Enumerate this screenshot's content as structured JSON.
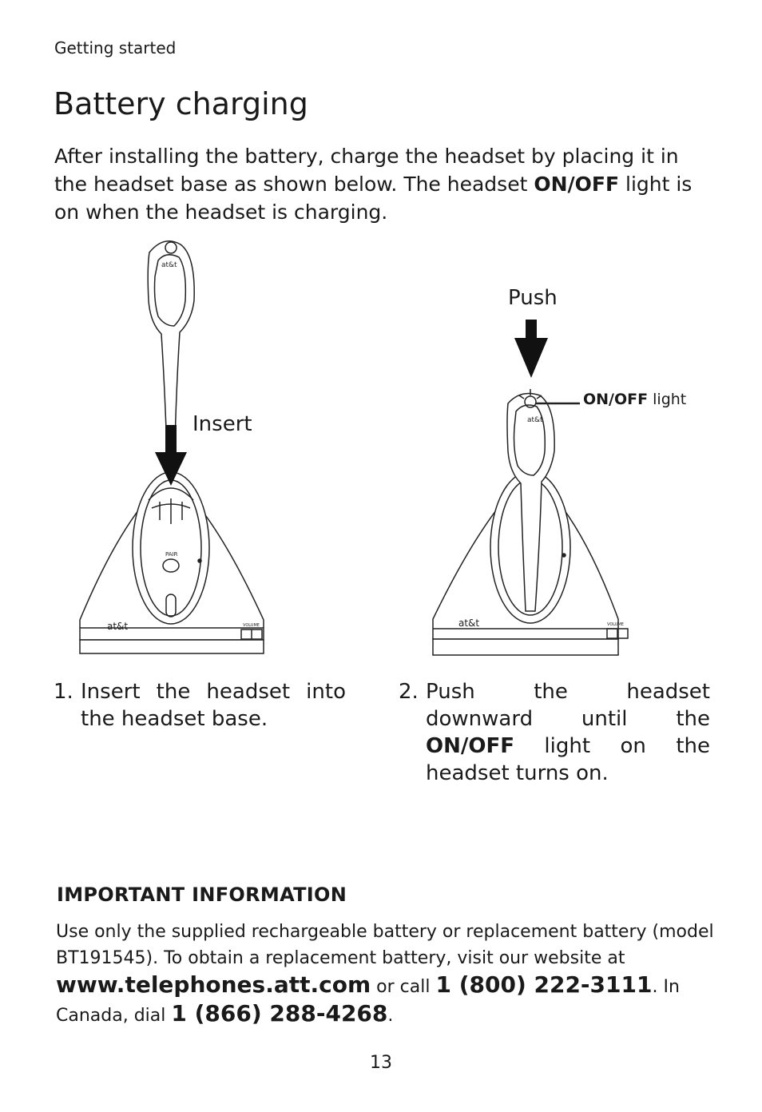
{
  "header": {
    "section": "Getting started"
  },
  "title": "Battery charging",
  "intro": {
    "part1": "After installing the battery, charge the headset by placing it in the headset base as shown below. The headset ",
    "bold": "ON/OFF",
    "part2": " light is on when the headset is charging."
  },
  "figures": {
    "left": {
      "label": "Insert",
      "brand": "at&t",
      "pair_label": "PAIR",
      "volume_label": "VOLUME"
    },
    "right": {
      "label": "Push",
      "callout_bold": "ON/OFF",
      "callout_rest": " light",
      "brand": "at&t",
      "volume_label": "VOLUME"
    }
  },
  "steps": [
    {
      "num": "1.",
      "text": "Insert the headset into the headset base."
    },
    {
      "num": "2.",
      "text_part1": "Push the headset downward until the ",
      "bold": "ON/OFF",
      "text_part2": " light on the headset turns on."
    }
  ],
  "important": {
    "heading": "IMPORTANT INFORMATION",
    "line1": "Use only the supplied rechargeable battery or replacement battery (model BT191545). To obtain a replacement battery, visit our website at ",
    "website": "www.telephones.att.com",
    "mid": " or call ",
    "phone_us": "1 (800) 222-3111",
    "mid2": ". In Canada, dial ",
    "phone_ca": "1 (866) 288-4268",
    "end": "."
  },
  "page_number": "13"
}
